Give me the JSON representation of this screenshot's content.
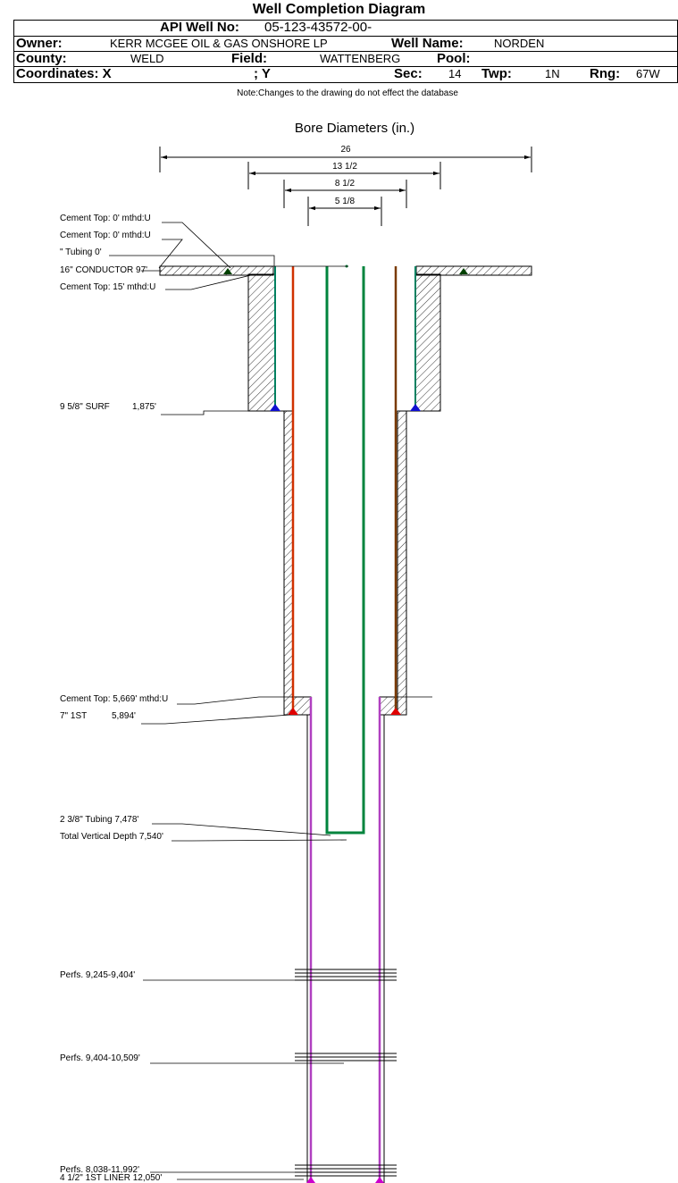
{
  "header": {
    "title": "Well Completion Diagram",
    "api_label": "API Well No:",
    "api_value": "05-123-43572-00-",
    "owner_label": "Owner:",
    "owner_value": "KERR MCGEE OIL & GAS ONSHORE LP",
    "well_name_label": "Well Name:",
    "well_name_value": "NORDEN",
    "county_label": "County:",
    "county_value": "WELD",
    "field_label": "Field:",
    "field_value": "WATTENBERG",
    "pool_label": "Pool:",
    "pool_value": "",
    "coord_label": "Coordinates: X",
    "coord_y_label": "; Y",
    "sec_label": "Sec:",
    "sec_value": "14",
    "twp_label": "Twp:",
    "twp_value": "1N",
    "rng_label": "Rng:",
    "rng_value": "67W",
    "note": "Note:Changes to the drawing do not effect the database"
  },
  "bore_diameters": {
    "title": "Bore Diameters (in.)",
    "dims": [
      "26",
      "13 1/2",
      "8 1/2",
      "5 1/8"
    ]
  },
  "annotations": {
    "cement_top_1": "Cement Top: 0' mthd:U",
    "cement_top_2": "Cement Top: 0' mthd:U",
    "tubing_0": "\" Tubing 0'",
    "conductor": "16\" CONDUCTOR  97'",
    "cement_top_15": "Cement Top: 15' mthd:U",
    "surf_casing": "9 5/8\" SURF",
    "surf_depth": "1,875'",
    "cement_top_5669": "Cement Top: 5,669' mthd:U",
    "first_string": "7\" 1ST",
    "first_string_depth": "5,894'",
    "tubing_2_3_8": "2 3/8\" Tubing 7,478'",
    "tvd": "Total Vertical Depth 7,540'",
    "perfs_1": "Perfs. 9,245-9,404'",
    "perfs_2": "Perfs. 9,404-10,509'",
    "perfs_3": "Perfs. 8,038-11,992'",
    "liner": "4 1/2\" 1ST LINER  12,050'"
  },
  "colors": {
    "tubing": "#00843d",
    "surface_casing": "#008060",
    "production_casing": "#d03000",
    "production_casing_dark": "#7a3a00",
    "liner": "#b040c0",
    "surf_shoe": "#1010d0",
    "prod_shoe": "#e00000",
    "conductor_shoe": "#004000"
  }
}
